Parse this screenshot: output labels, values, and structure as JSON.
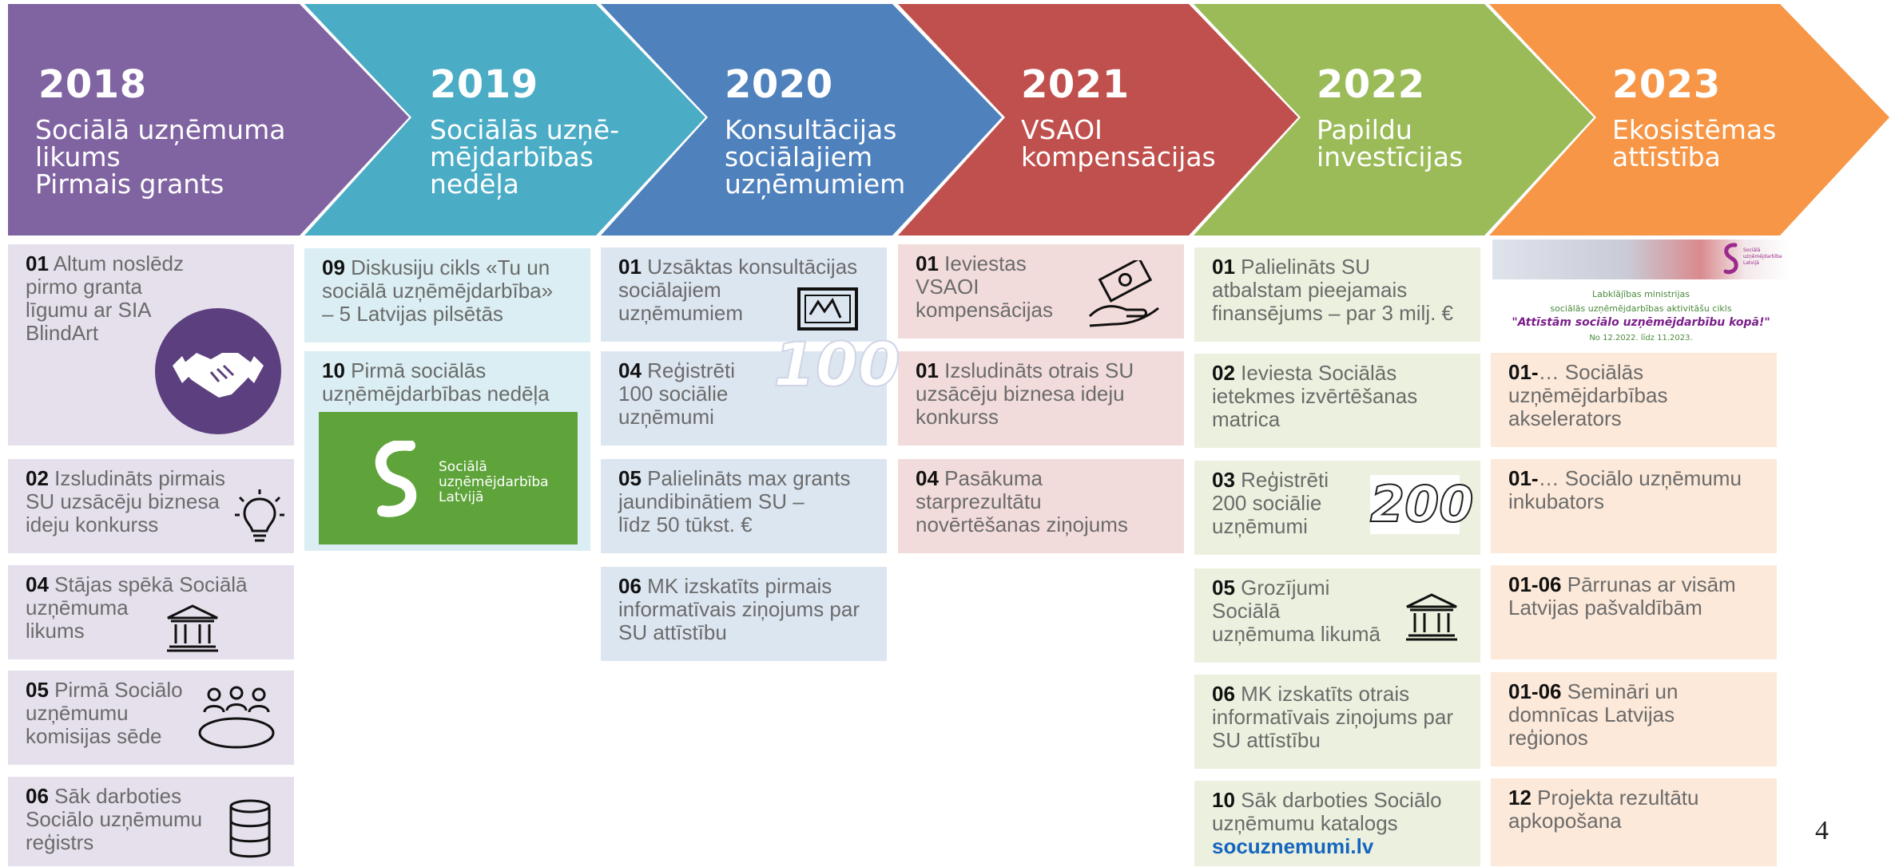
{
  "colors": {
    "2018": "#8064a2",
    "2019": "#4bacc6",
    "2020": "#4f81bd",
    "2021": "#c0504d",
    "2022": "#9bbb59",
    "2023": "#f79646"
  },
  "timeline": [
    {
      "year": "2018",
      "subtitle": "Sociālā uzņēmuma\nlikums\nPirmais grants"
    },
    {
      "year": "2019",
      "subtitle": "Sociālās uzņē-\nmējdarbības\nnedēļa"
    },
    {
      "year": "2020",
      "subtitle": "Konsultācijas\nsociālajiem\nuzņēmumiem"
    },
    {
      "year": "2021",
      "subtitle": "VSAOI\nkompensācijas"
    },
    {
      "year": "2022",
      "subtitle": "Papildu\ninvestīcijas"
    },
    {
      "year": "2023",
      "subtitle": "Ekosistēmas\nattīstība"
    }
  ],
  "columns": {
    "y2018": [
      {
        "code": "01",
        "text": "Altum noslēdz\npirmo granta\nlīgumu ar SIA\nBlindArt",
        "icon": "handshake-icon"
      },
      {
        "code": "02",
        "text": "Izsludināts pirmais\nSU uzsācēju biznesa\nideju konkurss",
        "icon": "lightbulb-icon"
      },
      {
        "code": "04",
        "text": "Stājas spēkā Sociālā\nuzņēmuma\nlikums",
        "icon": "institution-icon"
      },
      {
        "code": "05",
        "text": "Pirmā Sociālo\nuzņēmumu\nkomisijas sēde",
        "icon": "meeting-table-icon"
      },
      {
        "code": "06",
        "text": "Sāk darboties\nSociālo uzņēmumu\nreģistrs",
        "icon": "database-icon"
      }
    ],
    "y2019": [
      {
        "code": "09",
        "text": "Diskusiju cikls «Tu un\nsociālā uzņēmējdarbība»\n– 5 Latvijas pilsētās"
      },
      {
        "code": "10",
        "text": "Pirmā sociālās\nuzņēmējdarbības nedēļa",
        "logo_text": "Sociālā\nuzņēmējdarbība\nLatvijā",
        "icon": "su-logo-icon"
      }
    ],
    "y2020": [
      {
        "code": "01",
        "text": "Uzsāktas konsultācijas\nsociālajiem\nuzņēmumiem",
        "icon": "whiteboard-icon"
      },
      {
        "code": "04",
        "text": "Reģistrēti\n100 sociālie\nuzņēmumi",
        "icon": "hundred-icon"
      },
      {
        "code": "05",
        "text": "Palielināts max grants\njaundibinātiem SU –\nlīdz 50 tūkst. €"
      },
      {
        "code": "06",
        "text": "MK izskatīts pirmais\ninformatīvais ziņojums par\nSU attīstību"
      }
    ],
    "y2021": [
      {
        "code": "01",
        "text": "Ieviestas\nVSAOI\nkompensācijas",
        "icon": "money-hand-icon"
      },
      {
        "code": "01",
        "text": "Izsludināts otrais SU\nuzsācēju biznesa ideju\nkonkurss"
      },
      {
        "code": "04",
        "text": "Pasākuma\nstarprezultātu\nnovērtēšanas ziņojums"
      }
    ],
    "y2022": [
      {
        "code": "01",
        "text": "Palielināts SU\natbalstam pieejamais\nfinansējums – par 3 milj. €"
      },
      {
        "code": "02",
        "text": "Ieviesta Sociālās\nietekmes izvērtēšanas\nmatrica"
      },
      {
        "code": "03",
        "text": "Reģistrēti\n200 sociālie\nuzņēmumi",
        "icon": "two-hundred-icon"
      },
      {
        "code": "05",
        "text": "Grozījumi\nSociālā\nuzņēmuma likumā",
        "icon": "institution-icon"
      },
      {
        "code": "06",
        "text": "MK izskatīts otrais\ninformatīvais ziņojums par\nSU attīstību"
      },
      {
        "code": "10",
        "text": "Sāk darboties Sociālo\nuzņēmumu katalogs",
        "link": "socuznemumi.lv"
      }
    ],
    "y2023": [
      {
        "code": "01-",
        "text": "… Sociālās\nuzņēmējdarbības\nakselerators"
      },
      {
        "code": "01-",
        "text": "… Sociālo uzņēmumu\ninkubators"
      },
      {
        "code": "01-06",
        "text": "Pārrunas ar visām\nLatvijas pašvaldībām"
      },
      {
        "code": "01-06",
        "text": "Semināri un\ndomnīcas Latvijas\nreģionos"
      },
      {
        "code": "12",
        "text": "Projekta rezultātu\napkopošana"
      }
    ]
  },
  "banner": {
    "logo_text": "Sociālā\nuzņēmējdarbība\nLatvijā",
    "line1": "Labklājības ministrijas",
    "line2": "sociālās uzņēmējdarbības aktivitāšu cikls",
    "line3": "\"Attīstām sociālo uzņēmējdarbību kopā!\"",
    "line4": "No 12.2022. līdz 11.2023."
  },
  "hundred_label": "100",
  "two_hundred_label": "200",
  "page_number": "4"
}
